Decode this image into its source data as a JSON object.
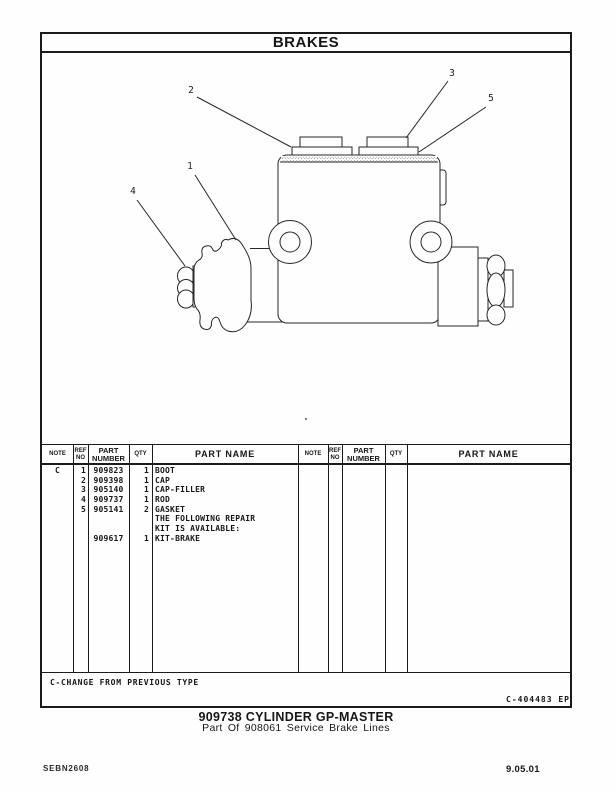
{
  "page": {
    "title": "BRAKES",
    "change_note": "C-CHANGE FROM PREVIOUS TYPE",
    "drawing_ref": "C-404483 EP",
    "caption_title": "909738 CYLINDER GP-MASTER",
    "caption_subtitle": "Part Of 908061 Service Brake Lines",
    "publication_code": "SEBN2608",
    "page_number": "9.05.01"
  },
  "diagram": {
    "callouts": [
      "1",
      "2",
      "3",
      "4",
      "5"
    ]
  },
  "parts_table": {
    "headers": {
      "note": "NOTE",
      "ref_line1": "REF",
      "ref_line2": "NO",
      "part_line1": "PART",
      "part_line2": "NUMBER",
      "qty": "QTY",
      "name": "PART NAME"
    },
    "rows": [
      {
        "note": "C",
        "ref": "1",
        "part": "909823",
        "qty": "1",
        "name": "BOOT"
      },
      {
        "note": "",
        "ref": "2",
        "part": "909398",
        "qty": "1",
        "name": "CAP"
      },
      {
        "note": "",
        "ref": "3",
        "part": "905140",
        "qty": "1",
        "name": "CAP-FILLER"
      },
      {
        "note": "",
        "ref": "4",
        "part": "909737",
        "qty": "1",
        "name": "ROD"
      },
      {
        "note": "",
        "ref": "5",
        "part": "905141",
        "qty": "2",
        "name": "GASKET"
      },
      {
        "note": "",
        "ref": "",
        "part": "",
        "qty": "",
        "name": "THE FOLLOWING REPAIR"
      },
      {
        "note": "",
        "ref": "",
        "part": "",
        "qty": "",
        "name": "KIT IS AVAILABLE:"
      },
      {
        "note": "",
        "ref": "",
        "part": "909617",
        "qty": "1",
        "name": "KIT-BRAKE"
      }
    ]
  }
}
